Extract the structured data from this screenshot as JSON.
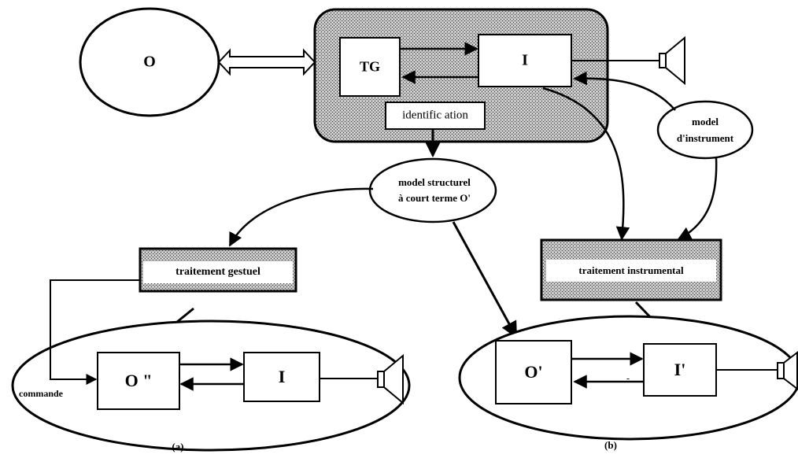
{
  "diagram": {
    "object_o": "O",
    "tg": "TG",
    "instrument_i": "I",
    "identification": "identific ation",
    "model_instrument_line1": "model",
    "model_instrument_line2": "d'instrument",
    "model_structurel_line1": "model structurel",
    "model_structurel_line2": "à court terme O'",
    "traitement_gestuel": "traitement gestuel",
    "traitement_instrumental": "traitement instrumental",
    "o_double_prime": "O \"",
    "i_a": "I",
    "commande": "commande",
    "o_prime": "O'",
    "i_prime": "I'",
    "caption_a": "(a)",
    "caption_b": "(b)",
    "dash_mark": "-"
  }
}
